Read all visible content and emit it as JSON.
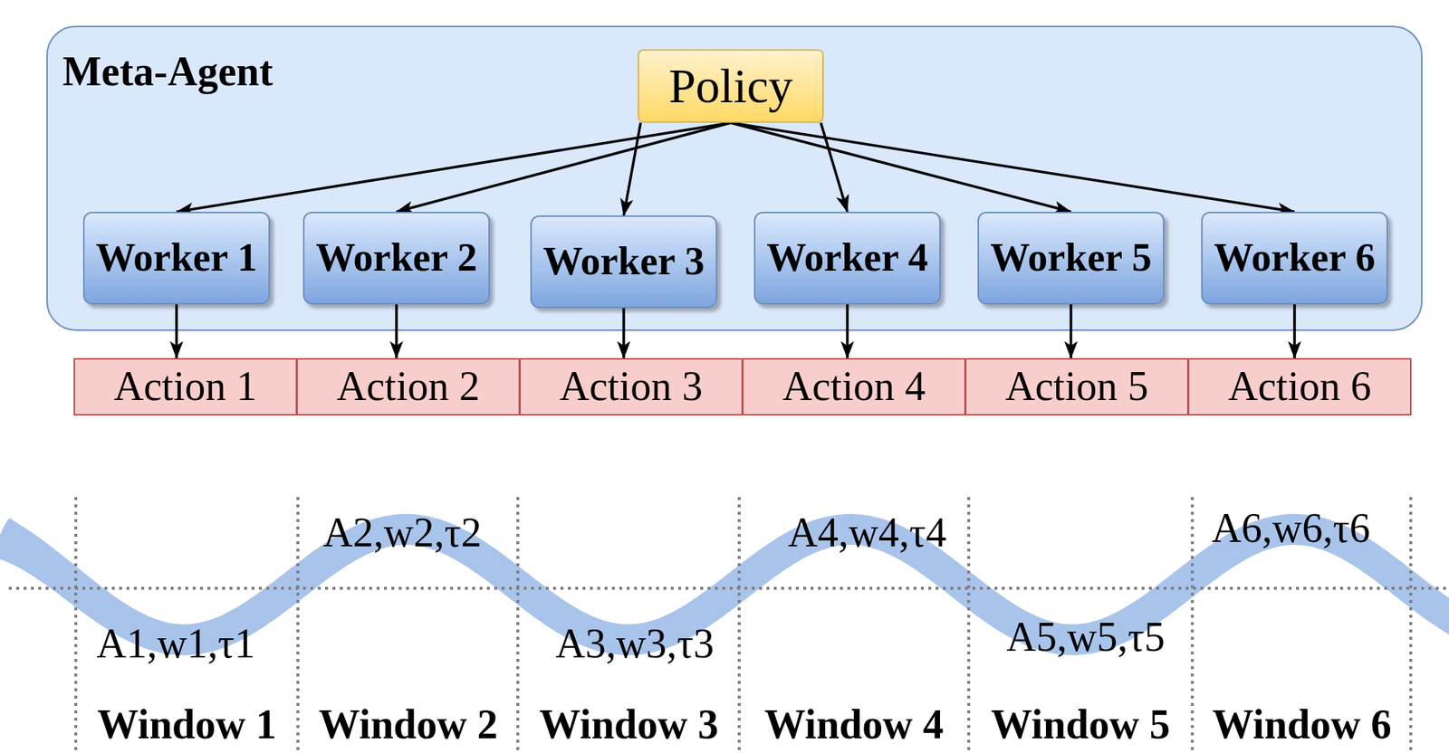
{
  "diagram": {
    "nodes": [
      {
        "text": [
          "Meta-Agent"
        ]
      },
      {
        "text": [
          "Policy"
        ],
        "in": 0
      },
      {
        "text": [
          "Worker 1"
        ],
        "in": 0
      },
      {
        "text": [
          "Worker 2"
        ],
        "in": 0
      },
      {
        "text": [
          "Worker 3"
        ],
        "in": 0
      },
      {
        "text": [
          "Worker 4"
        ],
        "in": 0
      },
      {
        "text": [
          "Worker 5"
        ],
        "in": 0
      },
      {
        "text": [
          "Worker 6"
        ],
        "in": 0
      },
      {
        "text": [
          "Action 1"
        ]
      },
      {
        "text": [
          "Action 2"
        ]
      },
      {
        "text": [
          "Action 3"
        ]
      },
      {
        "text": [
          "Action 4"
        ]
      },
      {
        "text": [
          "Action 5"
        ]
      },
      {
        "text": [
          "Action 6"
        ]
      }
    ],
    "edges": [
      {
        "from": 1,
        "to": 2,
        "arrow": "to"
      },
      {
        "from": 1,
        "to": 3,
        "arrow": "to"
      },
      {
        "from": 1,
        "to": 4,
        "arrow": "to"
      },
      {
        "from": 1,
        "to": 5,
        "arrow": "to"
      },
      {
        "from": 1,
        "to": 6,
        "arrow": "to"
      },
      {
        "from": 1,
        "to": 7,
        "arrow": "to"
      },
      {
        "from": 2,
        "to": 8,
        "arrow": "to"
      },
      {
        "from": 3,
        "to": 9,
        "arrow": "to"
      },
      {
        "from": 4,
        "to": 10,
        "arrow": "to"
      },
      {
        "from": 5,
        "to": 11,
        "arrow": "to"
      },
      {
        "from": 6,
        "to": 12,
        "arrow": "to"
      },
      {
        "from": 7,
        "to": 13,
        "arrow": "to"
      }
    ],
    "labels": [
      "A1,w1,τ1",
      "A2,w2,τ2",
      "A3,w3,τ3",
      "A4,w4,τ4",
      "A5,w5,τ5",
      "A6,w6,τ6",
      "Window 1",
      "Window 2",
      "Window 3",
      "Window 4",
      "Window 5",
      "Window 6"
    ]
  }
}
